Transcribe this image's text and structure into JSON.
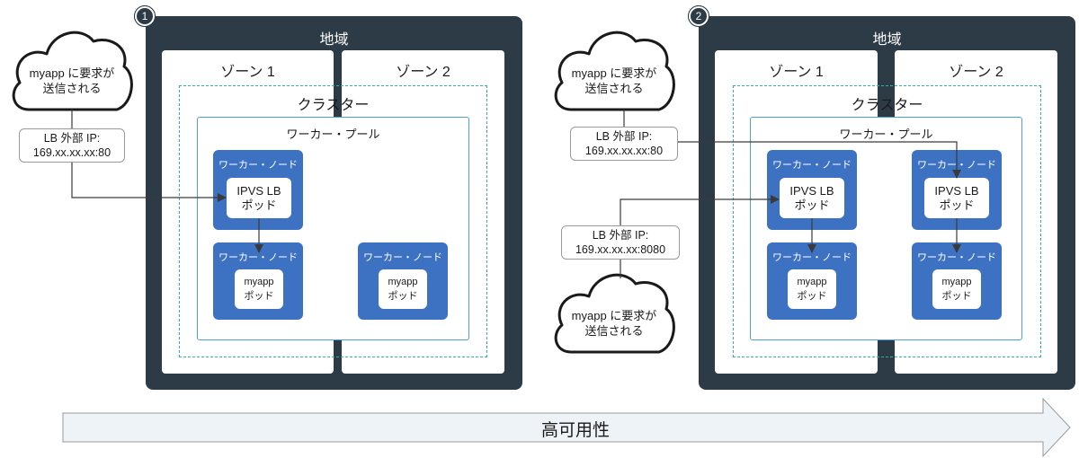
{
  "diagram1": {
    "badge": "1",
    "region_title": "地域",
    "zone1_title": "ゾーン 1",
    "zone2_title": "ゾーン 2",
    "cluster_title": "クラスター",
    "pool_title": "ワーカー・プール",
    "cloud": {
      "line1": "myapp に要求が",
      "line2": "送信される"
    },
    "ip": {
      "line1": "LB 外部 IP:",
      "line2": "169.xx.xx.xx:80"
    },
    "ipvs_node": {
      "title": "ワーカー・ノード",
      "pod_line1": "IPVS LB",
      "pod_line2": "ポッド"
    },
    "app_node_1": {
      "title": "ワーカー・ノード",
      "pod_line1": "myapp",
      "pod_line2": "ポッド"
    },
    "app_node_2": {
      "title": "ワーカー・ノード",
      "pod_line1": "myapp",
      "pod_line2": "ポッド"
    }
  },
  "diagram2": {
    "badge": "2",
    "region_title": "地域",
    "zone1_title": "ゾーン 1",
    "zone2_title": "ゾーン 2",
    "cluster_title": "クラスター",
    "pool_title": "ワーカー・プール",
    "cloud_top": {
      "line1": "myapp に要求が",
      "line2": "送信される"
    },
    "cloud_bottom": {
      "line1": "myapp に要求が",
      "line2": "送信される"
    },
    "ip_top": {
      "line1": "LB 外部 IP:",
      "line2": "169.xx.xx.xx:80"
    },
    "ip_bottom": {
      "line1": "LB 外部 IP:",
      "line2": "169.xx.xx.xx:8080"
    },
    "ipvs_node_left": {
      "title": "ワーカー・ノード",
      "pod_line1": "IPVS LB",
      "pod_line2": "ポッド"
    },
    "ipvs_node_right": {
      "title": "ワーカー・ノード",
      "pod_line1": "IPVS LB",
      "pod_line2": "ポッド"
    },
    "app_node_left": {
      "title": "ワーカー・ノード",
      "pod_line1": "myapp",
      "pod_line2": "ポッド"
    },
    "app_node_right": {
      "title": "ワーカー・ノード",
      "pod_line1": "myapp",
      "pod_line2": "ポッド"
    }
  },
  "availability_arrow": {
    "label": "高可用性"
  },
  "colors": {
    "region": "#2d3b47",
    "worker_node": "#3d72c2",
    "cluster_border": "#2fb4a8",
    "pool_border": "#4aa3d8",
    "arrow_fill": "#eef3f7"
  }
}
